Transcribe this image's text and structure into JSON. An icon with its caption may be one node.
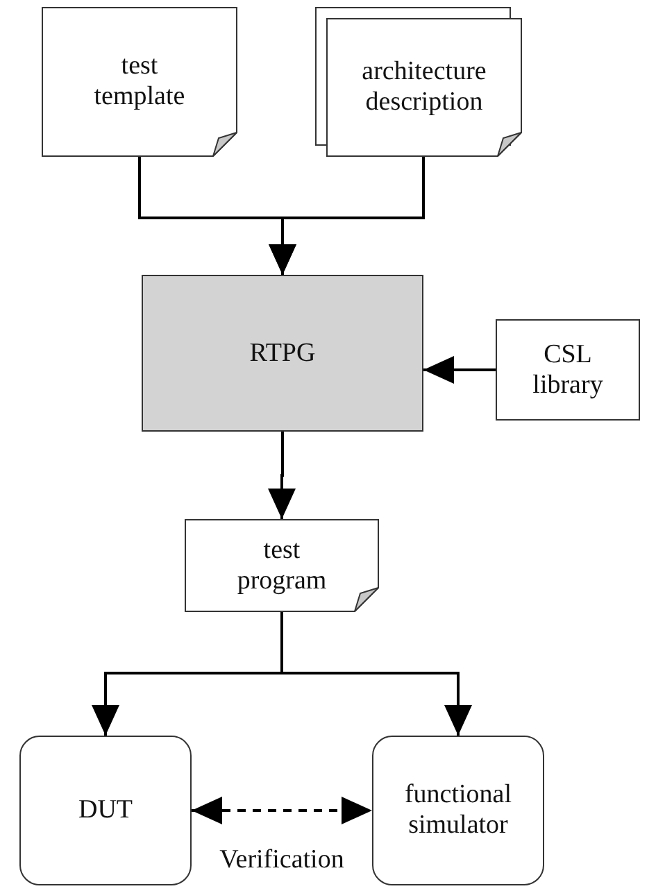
{
  "diagram": {
    "nodes": [
      {
        "text": [
          "test template"
        ]
      },
      {
        "text": [
          "architecture description"
        ]
      },
      {
        "text": [
          "RTPG"
        ]
      },
      {
        "text": [
          "CSL library"
        ]
      },
      {
        "text": [
          "test program"
        ]
      },
      {
        "text": [
          "DUT"
        ]
      },
      {
        "text": [
          "functional simulator"
        ]
      }
    ],
    "edges": [
      {
        "from": 0,
        "to": 2,
        "arrow": "to"
      },
      {
        "from": 1,
        "to": 2,
        "arrow": "to"
      },
      {
        "from": 3,
        "to": 2,
        "arrow": "to"
      },
      {
        "from": 2,
        "to": 4,
        "arrow": "to"
      },
      {
        "from": 4,
        "to": 5,
        "arrow": "to"
      },
      {
        "from": 4,
        "to": 6,
        "arrow": "to"
      },
      {
        "from": 5,
        "to": 6,
        "arrow": "both",
        "style": "dashed",
        "label": "Verification"
      }
    ]
  }
}
